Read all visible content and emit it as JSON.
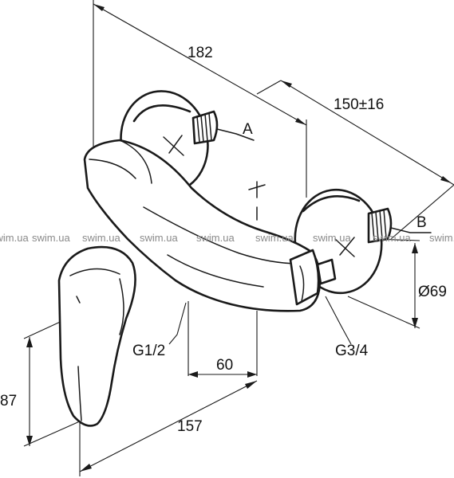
{
  "dimensions": {
    "width_182": "182",
    "projection_150": "150±16",
    "label_a": "A",
    "label_b": "B",
    "diameter": "Ø69",
    "thread_left": "G1/2",
    "thread_right": "G3/4",
    "dim_60": "60",
    "dim_157": "157",
    "dim_87": "87"
  },
  "watermark": {
    "text": "swim.ua",
    "color": "#8a8a8a"
  }
}
